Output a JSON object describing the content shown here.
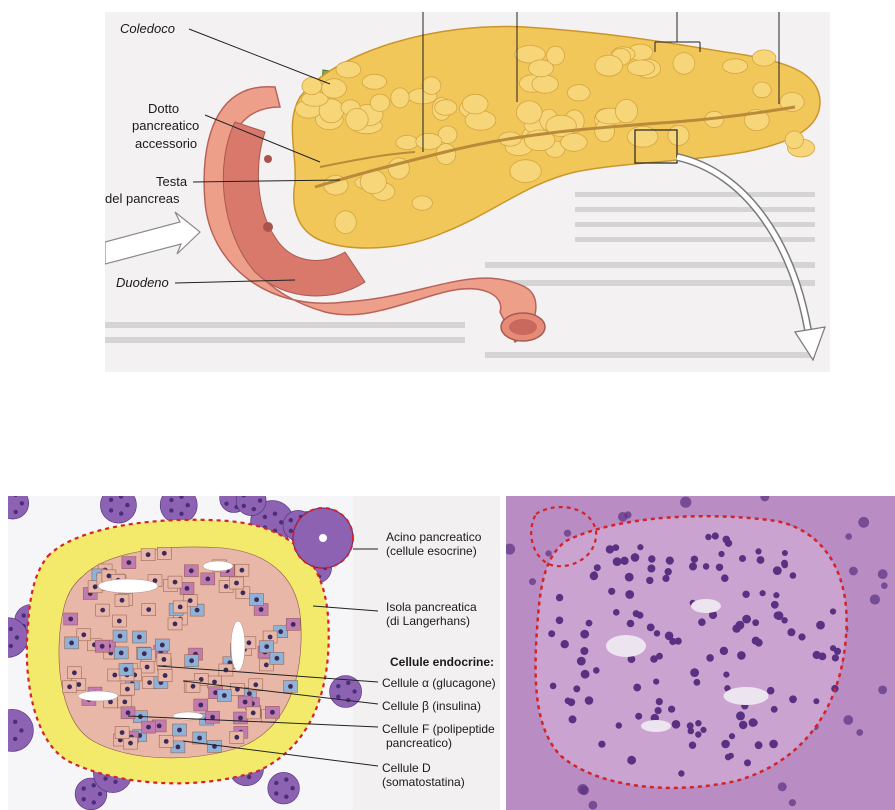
{
  "top_figure": {
    "labels": {
      "coledoco": "Coledoco",
      "dotto_line1": "Dotto",
      "dotto_line2": "pancreatico",
      "dotto_line3": "accessorio",
      "testa_line1": "Testa",
      "testa_line2": "del pancreas",
      "duodeno": "Duodeno"
    },
    "colors": {
      "pancreas": "#f2c75a",
      "pancreas_lobule": "#f7d67a",
      "duodenum": "#e89583",
      "duodenum_inner": "#d9776b",
      "bile_duct": "#7bb04a",
      "duct": "#b88a3a"
    }
  },
  "islet_figure": {
    "labels": {
      "acino_line1": "Acino pancreatico",
      "acino_line2": "(cellule esocrine)",
      "isola_line1": "Isola pancreatica",
      "isola_line2": "(di Langerhans)",
      "endocrine_header": "Cellule endocrine:",
      "alpha": "Cellule α (glucagone)",
      "beta": "Cellule β (insulina)",
      "f_line1": "Cellule F (polipeptide",
      "f_line2": "pancreatico)",
      "d_line1": "Cellule D",
      "d_line2": "(somatostatina)"
    },
    "colors": {
      "acinar": "#8e62b3",
      "acinar_nucleus": "#4a2e7a",
      "beta_cell": "#e9b7a8",
      "alpha_cell": "#f3ea6c",
      "f_cell": "#c27bb0",
      "d_cell": "#8fb2d6",
      "border": "#d3232a"
    }
  },
  "micrograph": {
    "colors": {
      "tissue": "#b98cc4",
      "nucleus": "#5a3182",
      "border": "#d3232a"
    }
  }
}
